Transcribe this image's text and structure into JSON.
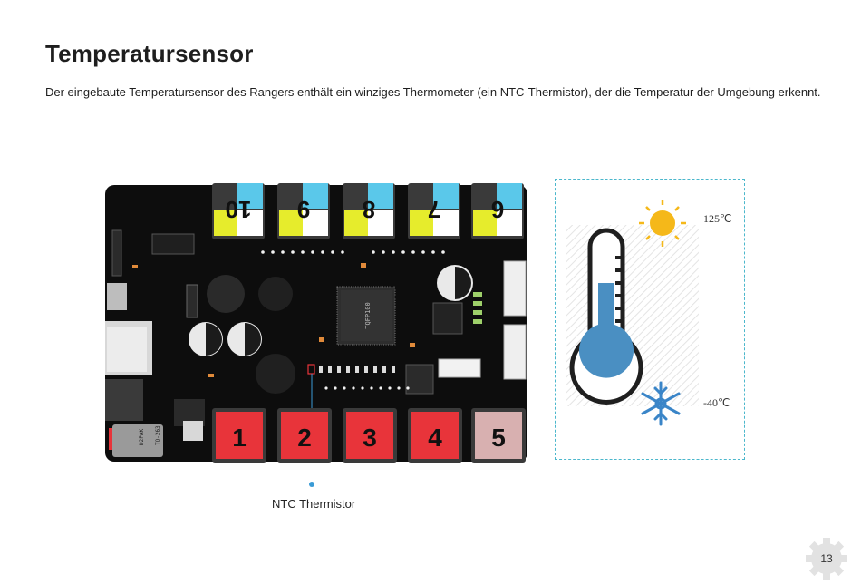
{
  "page": {
    "title": "Temperatursensor",
    "description": "Der eingebaute Temperatursensor des Rangers enthält ein winziges Thermometer (ein NTC-Thermistor), der die Temperatur der Umgebung erkennt.",
    "page_number": "13"
  },
  "board": {
    "top_buttons": [
      "10",
      "9",
      "8",
      "7",
      "6"
    ],
    "bottom_buttons": [
      "1",
      "2",
      "3",
      "4",
      "5"
    ],
    "chip_label": "TQFP100",
    "small_chip_label": "D2PAK\nTO-263",
    "ntc_label": "NTC Thermistor",
    "colors": {
      "pcb": "#0d0d0d",
      "button_red": "#e8343a",
      "button_pink": "#d8b0b0",
      "led_yellow": "#e6ec2c",
      "led_blue": "#5ac8ea",
      "callout": "#3a9bd6"
    }
  },
  "thermometer": {
    "max_label": "125℃",
    "min_label": "-40℃",
    "icons": [
      "sun-icon",
      "snowflake-icon",
      "thermometer-icon"
    ],
    "colors": {
      "liquid": "#4a8fc2",
      "sun": "#f5b819",
      "snow": "#3a85c8",
      "frame": "#4bb7cc"
    }
  }
}
